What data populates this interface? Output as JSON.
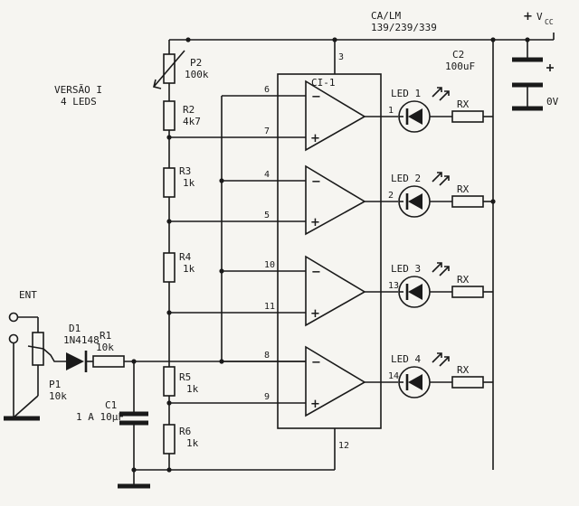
{
  "ic": {
    "family": "CA/LM",
    "parts": "139/239/339",
    "ref": "CI-1",
    "pin_vcc": "3",
    "pin_gnd": "12"
  },
  "supply": {
    "plus": "+",
    "vcc": "V",
    "vcc_sub": "CC",
    "zero": "0V"
  },
  "version": {
    "line1": "VERSÃO I",
    "line2": "4 LEDS"
  },
  "input": {
    "label": "ENT"
  },
  "components": {
    "p2": {
      "ref": "P2",
      "value": "100k"
    },
    "r2": {
      "ref": "R2",
      "value": "4k7"
    },
    "r3": {
      "ref": "R3",
      "value": "1k"
    },
    "r4": {
      "ref": "R4",
      "value": "1k"
    },
    "r5": {
      "ref": "R5",
      "value": "1k"
    },
    "r6": {
      "ref": "R6",
      "value": "1k"
    },
    "r1": {
      "ref": "R1",
      "value": "10k"
    },
    "d1": {
      "ref": "D1",
      "value": "1N4148"
    },
    "p1": {
      "ref": "P1",
      "value": "10k"
    },
    "c1": {
      "ref": "C1",
      "value": "1 A 10µF"
    },
    "c2": {
      "ref": "C2",
      "value": "100uF"
    }
  },
  "comparators": [
    {
      "inv_pin": "6",
      "non_pin": "7",
      "out_pin": "1",
      "led": "LED 1",
      "rx": "RX"
    },
    {
      "inv_pin": "4",
      "non_pin": "5",
      "out_pin": "2",
      "led": "LED 2",
      "rx": "RX"
    },
    {
      "inv_pin": "10",
      "non_pin": "11",
      "out_pin": "13",
      "led": "LED 3",
      "rx": "RX"
    },
    {
      "inv_pin": "8",
      "non_pin": "9",
      "out_pin": "14",
      "led": "LED 4",
      "rx": "RX"
    }
  ],
  "signs": {
    "minus": "−",
    "plus": "+"
  }
}
